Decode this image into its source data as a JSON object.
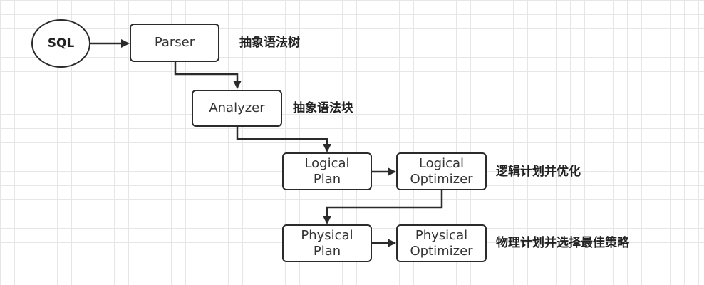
{
  "nodes": {
    "sql": "SQL",
    "parser": "Parser",
    "analyzer": "Analyzer",
    "logical_plan": "Logical\nPlan",
    "logical_optimizer": "Logical\nOptimizer",
    "physical_plan": "Physical\nPlan",
    "physical_optimizer": "Physical\nOptimizer"
  },
  "notes": {
    "parser": "抽象语法树",
    "analyzer": "抽象语法块",
    "logical_optimizer": "逻辑计划并优化",
    "physical_optimizer": "物理计划并选择最佳策略"
  },
  "colors": {
    "stroke": "#2b2b2b",
    "grid": "#e6e6e6",
    "background": "#ffffff"
  }
}
